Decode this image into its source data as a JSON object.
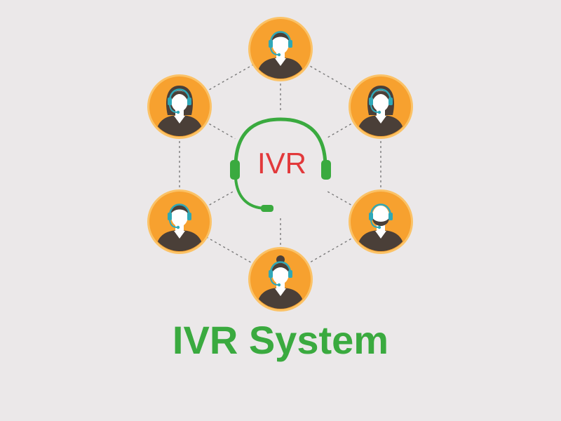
{
  "hub": {
    "label": "IVR",
    "label_color": "#e2393b",
    "headset_color": "#3aaa3f",
    "icon": "headset-icon"
  },
  "caption": {
    "text": "IVR System",
    "color": "#3aaa3f"
  },
  "colors": {
    "background": "#ebe8e9",
    "node_fill": "#f7a12f",
    "node_ring": "#fbc266",
    "agent_body": "#4a3f38",
    "agent_skin": "#ffffff",
    "headset_accent": "#2fa8b7",
    "connector": "#7a7a7a"
  },
  "nodes": [
    {
      "id": "top",
      "icon": "male-agent-icon",
      "hair": "short"
    },
    {
      "id": "upper-right",
      "icon": "female-agent-icon",
      "hair": "long"
    },
    {
      "id": "lower-right",
      "icon": "bearded-agent-icon",
      "hair": "bald-beard"
    },
    {
      "id": "bottom",
      "icon": "female-agent-icon",
      "hair": "bun"
    },
    {
      "id": "lower-left",
      "icon": "male-agent-icon",
      "hair": "short"
    },
    {
      "id": "upper-left",
      "icon": "female-agent-icon",
      "hair": "long"
    }
  ]
}
